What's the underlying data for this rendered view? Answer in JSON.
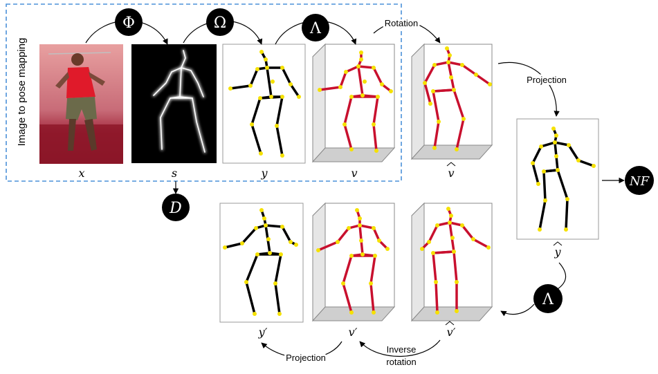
{
  "region_label": "Image to pose mapping",
  "nodes": {
    "phi": "Φ",
    "omega": "Ω",
    "lambda_top": "Λ",
    "lambda_bottom": "Λ",
    "d": "D",
    "nf": "NF"
  },
  "arrow_labels": {
    "rotation": "Rotation",
    "projection_right": "Projection",
    "projection_bottom": "Projection",
    "inverse_rotation_1": "Inverse",
    "inverse_rotation_2": "rotation"
  },
  "captions": {
    "x": "x",
    "s": "s",
    "y": "y",
    "v": "v",
    "v_hat": "v",
    "y_hat": "y",
    "y_prime": "y′",
    "v_prime": "v′",
    "v_hat_prime": "v′"
  },
  "colors": {
    "dashed_box": "#4a90d9",
    "node_fill": "#000000",
    "limb_2d": "#000000",
    "limb_3d": "#c8102e",
    "joint": "#f5e100",
    "floor": "#cfcfcf",
    "wall": "#e6e6e6"
  }
}
